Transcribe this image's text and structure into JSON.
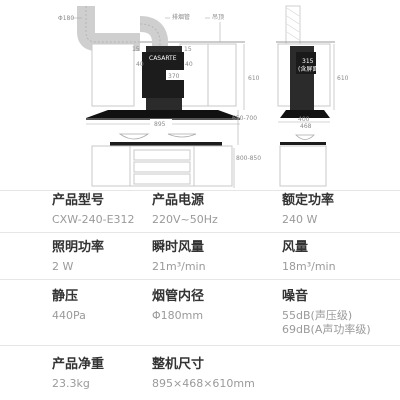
{
  "diagram": {
    "dimensions": {
      "duct_diameter": "Φ180",
      "exhaust_pipe": "排烟管",
      "hanging_board": "吊顶",
      "top_width": "15",
      "top_width_right": "15",
      "left_offset": "40",
      "right_offset": "40",
      "body_height": "370",
      "width": "895",
      "cabinet_height": "610",
      "install_height": "650-700",
      "counter_height": "800-850",
      "side_depth": "468",
      "side_depth_top": "400",
      "side_height": "610",
      "display_text": "315",
      "display_sub": "(含屏面)"
    }
  },
  "specs": [
    {
      "label": "产品型号",
      "values": [
        "CXW-240-E312"
      ]
    },
    {
      "label": "产品电源",
      "values": [
        "220V~50Hz"
      ]
    },
    {
      "label": "额定功率",
      "values": [
        "240 W"
      ]
    },
    {
      "label": "照明功率",
      "values": [
        "2 W"
      ]
    },
    {
      "label": "瞬时风量",
      "values": [
        "21m³/min"
      ]
    },
    {
      "label": "风量",
      "values": [
        "18m³/min"
      ]
    },
    {
      "label": "静压",
      "values": [
        "440Pa"
      ]
    },
    {
      "label": "烟管内径",
      "values": [
        "Φ180mm"
      ]
    },
    {
      "label": "噪音",
      "values": [
        "55dB(声压级)",
        "69dB(A声功率级)"
      ]
    },
    {
      "label": "产品净重",
      "values": [
        "23.3kg"
      ]
    },
    {
      "label": "整机尺寸",
      "values": [
        "895×468×610mm"
      ]
    }
  ]
}
